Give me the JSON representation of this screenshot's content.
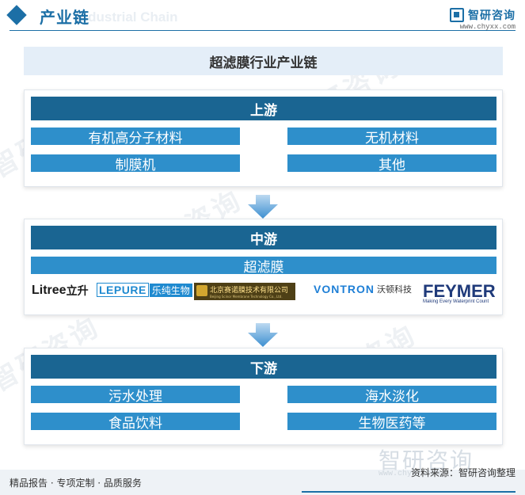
{
  "header": {
    "title": "产业链",
    "title_en": "Industrial Chain",
    "brand_name": "智研咨询",
    "brand_url": "www.chyxx.com"
  },
  "diagram": {
    "title": "超滤膜行业产业链",
    "upstream": {
      "label": "上游",
      "items": [
        "有机高分子材料",
        "无机材料",
        "制膜机",
        "其他"
      ]
    },
    "midstream": {
      "label": "中游",
      "items": [
        "超滤膜"
      ],
      "companies": {
        "litree": {
          "en": "Litree",
          "cn": "立升"
        },
        "lepure": {
          "en": "LEPURE",
          "cn": "乐纯生物"
        },
        "beijing": {
          "cn": "北京赛诺膜技术有限公司",
          "en": "Beijing Scinor Membrane Technology Co., Ltd."
        },
        "vontron": {
          "en": "VONTRON",
          "cn": "沃顿科技"
        },
        "feymer": {
          "en": "FEYMER",
          "slogan": "Making Every Waterprint Count"
        }
      }
    },
    "downstream": {
      "label": "下游",
      "items": [
        "污水处理",
        "海水淡化",
        "食品饮料",
        "生物医药等"
      ]
    }
  },
  "footer": {
    "left": "精品报告 · 专项定制 · 品质服务",
    "source": "资料来源：智研咨询整理",
    "watermark": "智研咨询",
    "watermark_url": "www.chyxx.com"
  },
  "colors": {
    "section_header": "#1a6592",
    "item_fill": "#2e8fcb",
    "title_fill": "#e4eef8",
    "arrow": "#3d8fd0",
    "accent": "#1c6fa6"
  }
}
